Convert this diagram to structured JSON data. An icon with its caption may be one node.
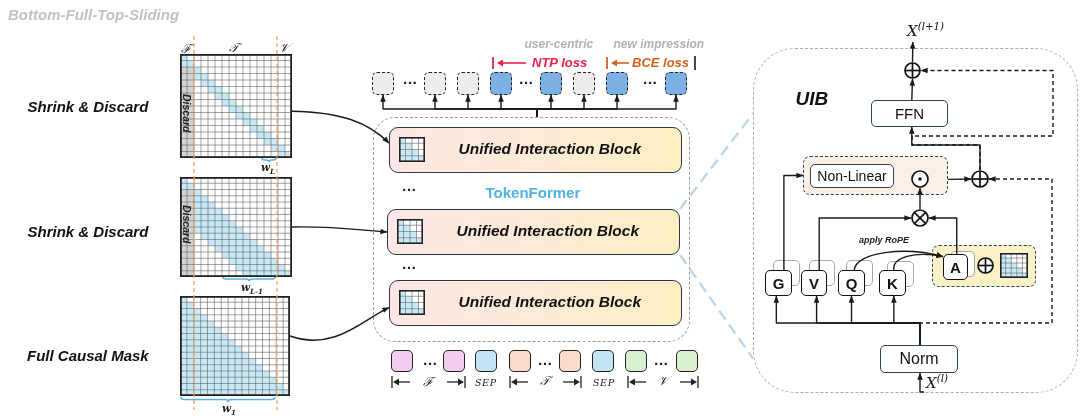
{
  "diagram": {
    "title": "Bottom-Full-Top-Sliding",
    "nodes": [
      {
        "text": [
          "Discard"
        ],
        "beside": [
          "Shrink & Discard",
          "ℱ",
          "𝒯",
          "𝒱"
        ]
      },
      {
        "text": [
          "Discard"
        ],
        "beside": [
          "Shrink & Discard"
        ]
      },
      {
        "text": [],
        "shape": "grid",
        "beside": [
          "Full Causal Mask"
        ]
      },
      {
        "text": [],
        "shape": "box"
      },
      {
        "text": [],
        "shape": "box"
      },
      {
        "text": [],
        "shape": "box"
      },
      {
        "text": [],
        "shape": "box"
      },
      {
        "text": [],
        "shape": "box"
      },
      {
        "text": [],
        "shape": "box"
      },
      {
        "text": [],
        "shape": "box"
      },
      {
        "text": [],
        "shape": "box"
      },
      {
        "text": [
          "TokenFormer"
        ]
      },
      {
        "text": [
          "Unified Interaction Block"
        ],
        "in": 11
      },
      {
        "text": [
          "Unified Interaction Block"
        ],
        "in": 11
      },
      {
        "text": [
          "Unified Interaction Block"
        ],
        "in": 11
      },
      {
        "text": [],
        "shape": "box"
      },
      {
        "text": [],
        "shape": "box"
      },
      {
        "text": [],
        "shape": "box",
        "beside": [
          "SEP"
        ]
      },
      {
        "text": [],
        "shape": "box"
      },
      {
        "text": [],
        "shape": "box"
      },
      {
        "text": [],
        "shape": "box",
        "beside": [
          "SEP"
        ]
      },
      {
        "text": [],
        "shape": "box"
      },
      {
        "text": [],
        "shape": "box"
      },
      {
        "text": [
          "UIB"
        ]
      },
      {
        "text": [
          "X$^{(l+1)}$"
        ]
      },
      {
        "text": [],
        "shape": "circle",
        "in": 23
      },
      {
        "text": [
          "FFN"
        ],
        "in": 23
      },
      {
        "text": [],
        "shape": "box",
        "in": 23
      },
      {
        "text": [
          "Non-Linear"
        ],
        "in": 27
      },
      {
        "text": [],
        "shape": "circle",
        "in": 27
      },
      {
        "text": [],
        "shape": "circle",
        "in": 23
      },
      {
        "text": [],
        "shape": "circle",
        "in": 23
      },
      {
        "text": [
          "G"
        ],
        "in": 23
      },
      {
        "text": [
          "V"
        ],
        "in": 23
      },
      {
        "text": [
          "Q"
        ],
        "in": 23
      },
      {
        "text": [
          "K"
        ],
        "in": 23
      },
      {
        "text": [],
        "shape": "box",
        "in": 23
      },
      {
        "text": [
          "A"
        ],
        "in": 36
      },
      {
        "text": [
          "Norm"
        ],
        "in": 23
      },
      {
        "text": [
          "X$^{(l)}$"
        ],
        "in": 23
      }
    ],
    "edges": [
      {
        "from": 0,
        "to": 12,
        "arrow": "to"
      },
      {
        "from": 1,
        "to": 13,
        "arrow": "to"
      },
      {
        "from": 2,
        "to": 14,
        "arrow": "to"
      },
      {
        "from": 11,
        "to": 3,
        "arrow": "to"
      },
      {
        "from": 11,
        "to": 4,
        "arrow": "to"
      },
      {
        "from": 11,
        "to": 5,
        "arrow": "to"
      },
      {
        "from": 11,
        "to": 6,
        "arrow": "to"
      },
      {
        "from": 11,
        "to": 7,
        "arrow": "to"
      },
      {
        "from": 11,
        "to": 8,
        "arrow": "to"
      },
      {
        "from": 11,
        "to": 9,
        "arrow": "to"
      },
      {
        "from": 11,
        "to": 10,
        "arrow": "to"
      },
      {
        "from": 13,
        "to": 23,
        "arrow": "none",
        "style": "dashed",
        "color": "#bcd7e8"
      },
      {
        "from": 13,
        "to": 23,
        "arrow": "none",
        "style": "dashed",
        "color": "#bcd7e8"
      },
      {
        "from": 39,
        "to": 38,
        "arrow": "to"
      },
      {
        "from": 38,
        "to": 32,
        "arrow": "to"
      },
      {
        "from": 38,
        "to": 33,
        "arrow": "to"
      },
      {
        "from": 38,
        "to": 34,
        "arrow": "to"
      },
      {
        "from": 38,
        "to": 35,
        "arrow": "to"
      },
      {
        "from": 38,
        "to": 30,
        "arrow": "to",
        "style": "dashed"
      },
      {
        "from": 34,
        "to": 37,
        "arrow": "to",
        "label": "apply RoPE"
      },
      {
        "from": 35,
        "to": 37,
        "arrow": "to"
      },
      {
        "from": 33,
        "to": 31,
        "arrow": "to"
      },
      {
        "from": 37,
        "to": 31,
        "arrow": "to"
      },
      {
        "from": 32,
        "to": 27,
        "arrow": "to"
      },
      {
        "from": 31,
        "to": 29,
        "arrow": "to"
      },
      {
        "from": 27,
        "to": 30,
        "arrow": "to"
      },
      {
        "from": 30,
        "to": 26,
        "arrow": "to"
      },
      {
        "from": 30,
        "to": 25,
        "arrow": "to",
        "style": "dashed"
      },
      {
        "from": 26,
        "to": 25,
        "arrow": "to"
      },
      {
        "from": 25,
        "to": 24,
        "arrow": "to"
      }
    ],
    "labels": [
      "w$_{L}$",
      "w$_{L-1}$",
      "w$_{1}$",
      "user-centric",
      "new impression",
      "NTP loss",
      "BCE loss",
      "…",
      "…",
      "…",
      "…",
      "…",
      "…",
      "…",
      "…",
      "ℱ",
      "𝒯",
      "𝒱"
    ]
  }
}
